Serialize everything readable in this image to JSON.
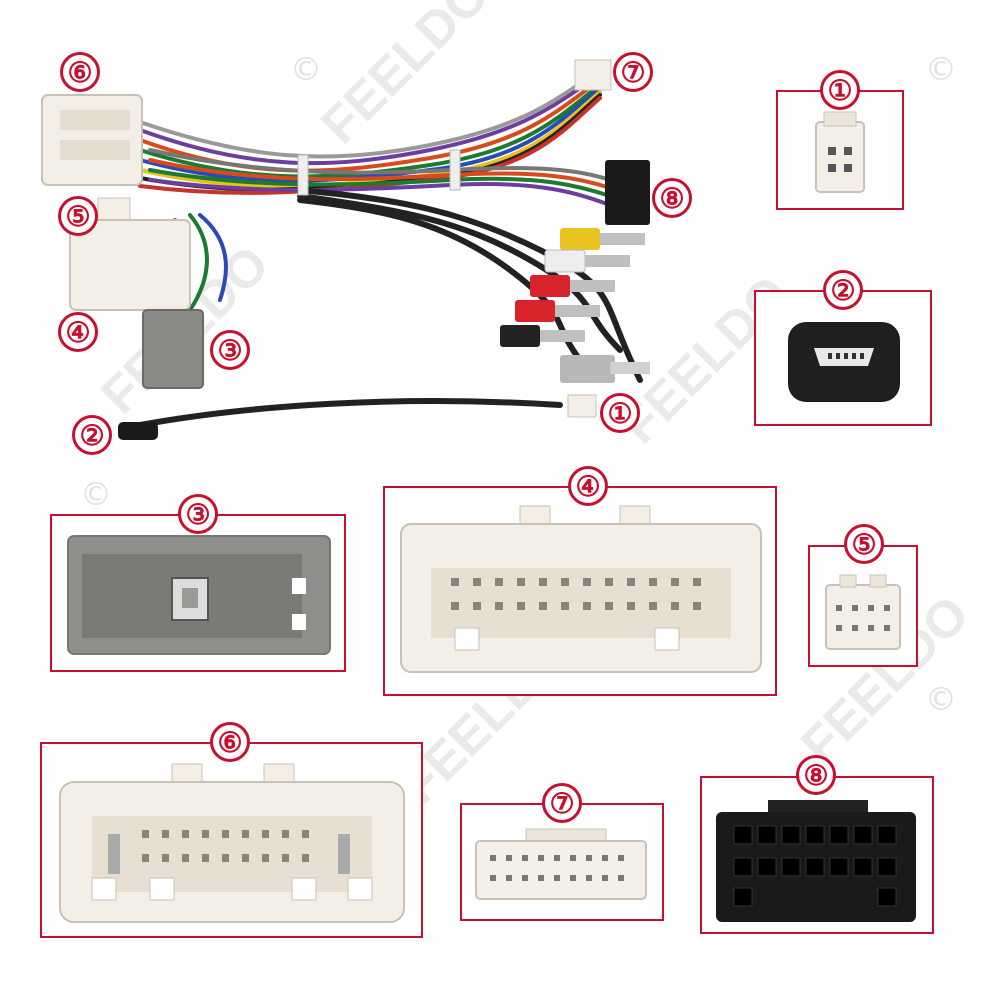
{
  "watermark": {
    "text": "FEELDO",
    "copyright": "©"
  },
  "labels": {
    "n1": "①",
    "n2": "②",
    "n3": "③",
    "n4": "④",
    "n5": "⑤",
    "n6": "⑥",
    "n7": "⑦",
    "n8": "⑧"
  },
  "colors": {
    "frame": "#c8102e",
    "connector_white": "#f3eee6",
    "connector_grey": "#8a8a86",
    "connector_black": "#1a1a1a"
  }
}
